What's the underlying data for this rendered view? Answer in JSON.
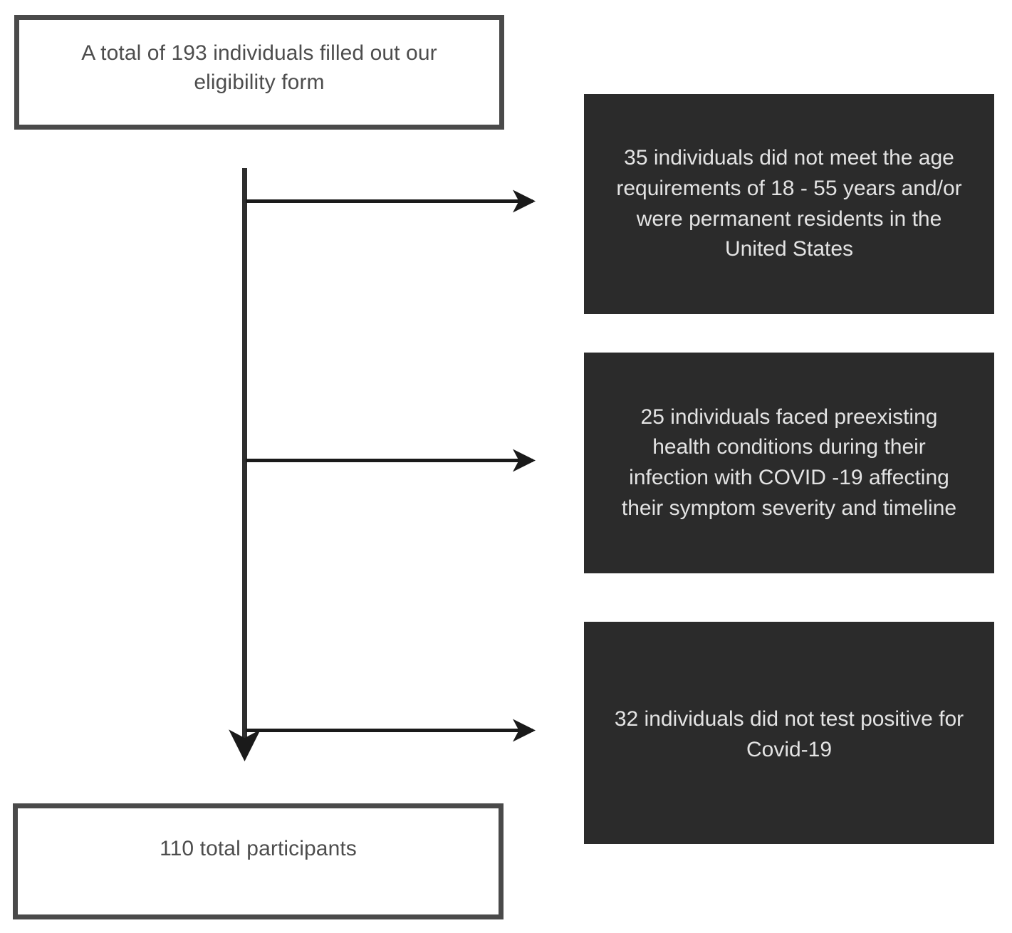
{
  "diagram": {
    "type": "flowchart",
    "title": "Participant enrollment flow diagram",
    "colors": {
      "page_background": "#ffffff",
      "box_border": "#4a4a4a",
      "box_text": "#4d4d4d",
      "exclusion_background": "#2b2b2b",
      "exclusion_text": "#e3e3e3",
      "connector": "#1a1a1a"
    }
  },
  "nodes": {
    "eligibility": {
      "label": "A total of 193 individuals filled out our eligibility form",
      "count": 193,
      "style": "outlined"
    },
    "participants": {
      "label": "110 total participants",
      "count": 110,
      "style": "outlined"
    }
  },
  "exclusions": [
    {
      "id": "age-residency",
      "label": "35 individuals did not meet the age requirements of 18 - 55 years and/or were permanent residents in the United States",
      "count": 35,
      "style": "filled"
    },
    {
      "id": "preexisting-health",
      "label": "25 individuals faced preexisting health conditions during their infection with COVID -19 affecting their symptom severity and timeline",
      "count": 25,
      "style": "filled"
    },
    {
      "id": "negative-test",
      "label": "32 individuals did not test positive for Covid-19",
      "count": 32,
      "style": "filled"
    }
  ],
  "connectors": {
    "trunk": "vertical-line-with-down-arrow",
    "branches": [
      "arrow-to-age-residency",
      "arrow-to-preexisting-health",
      "arrow-to-negative-test"
    ]
  }
}
